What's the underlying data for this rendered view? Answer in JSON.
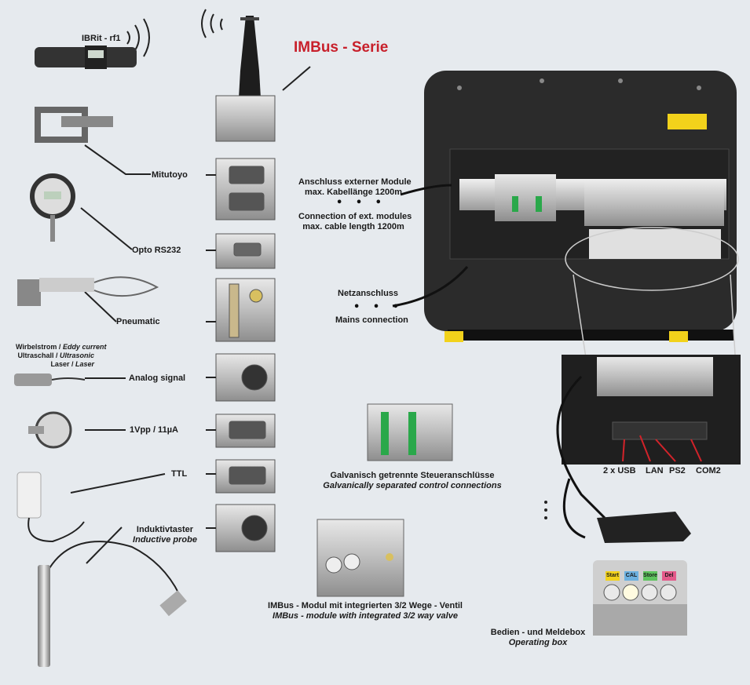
{
  "title": "IMBus - Serie",
  "devices": {
    "ibrit": "IBRit - rf1",
    "mitutoyo": "Mitutoyo",
    "opto": "Opto RS232",
    "pneumatic": "Pneumatic",
    "eddy_de": "Wirbelstrom / ",
    "eddy_en": "Eddy current",
    "ultra_de": "Ultraschall / ",
    "ultra_en": "Ultrasonic",
    "laser_de": "Laser / ",
    "laser_en": "Laser",
    "analog": "Analog signal",
    "vpp": "1Vpp / 11µA",
    "ttl": "TTL",
    "induktiv": "Induktivtaster",
    "inductive": "Inductive probe"
  },
  "connections": {
    "ext_de_1": "Anschluss externer Module",
    "ext_de_2": "max. Kabellänge 1200m",
    "ext_en_1": "Connection of ext. modules",
    "ext_en_2": "max. cable length 1200m",
    "mains_de": "Netzanschluss",
    "mains_en": "Mains connection"
  },
  "ports": [
    "2 x USB",
    "LAN",
    "PS2",
    "COM2"
  ],
  "modules": {
    "galv_de": "Galvanisch getrennte Steueranschlüsse",
    "galv_en": "Galvanically separated control connections",
    "valve_de": "IMBus - Modul mit integrierten 3/2 Wege - Ventil",
    "valve_en": "IMBus - module with integrated 3/2 way valve",
    "box_de": "Bedien - und Meldebox",
    "box_en": "Operating box"
  },
  "box_buttons": [
    "Start",
    "CAL",
    "Store",
    "Del"
  ],
  "colors": {
    "title": "#c8202b",
    "background": "#e6eaee",
    "panel": "#2b2b2b",
    "accent_yellow": "#f2d21b",
    "connector_green": "#2aa84a"
  }
}
